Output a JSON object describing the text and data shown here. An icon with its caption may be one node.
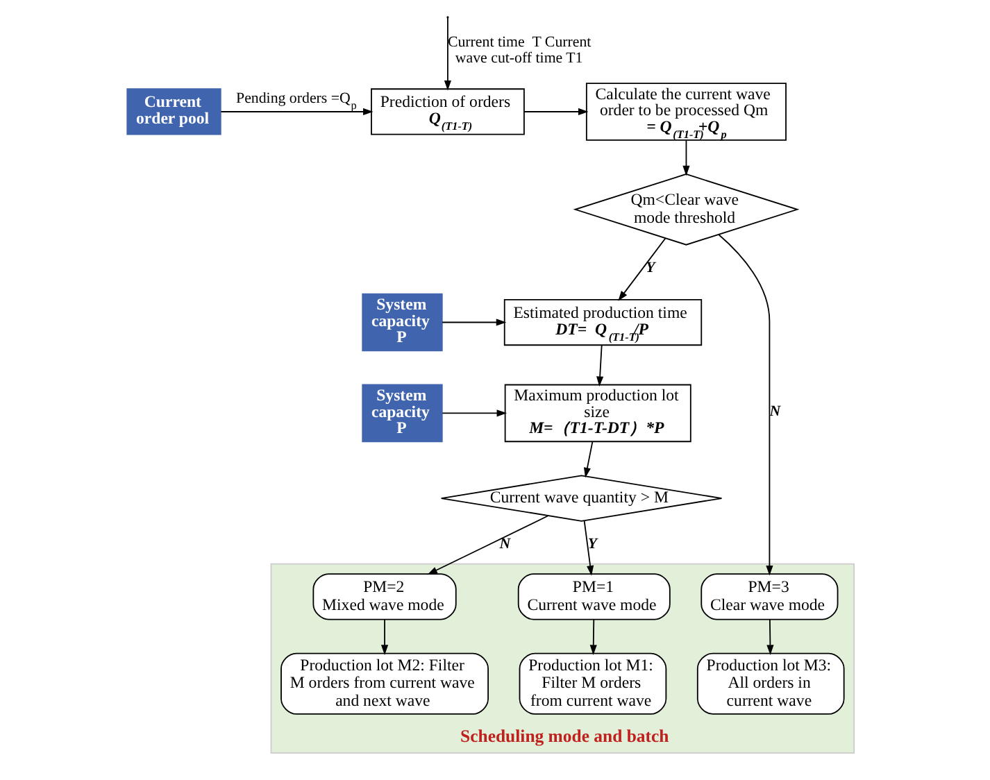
{
  "diagram": {
    "nodes": [
      {
        "text": [
          "Current order pool"
        ]
      },
      {
        "text": [
          "Prediction of orders",
          "Q$_{(T1-T)}$"
        ]
      },
      {
        "text": [
          "Calculate the current wave order to be processed Qm",
          "= Q$_{(T1-T)}$+Q$_{p}$"
        ]
      },
      {
        "text": [
          "Qm<Clear wave mode threshold"
        ]
      },
      {
        "text": [
          "System capacity P"
        ]
      },
      {
        "text": [
          "Estimated production time",
          "DT=  Q$_{(T1-T)}$/P"
        ]
      },
      {
        "text": [
          "System capacity P"
        ]
      },
      {
        "text": [
          "Maximum production lot size",
          "M=（T1-T-DT）*P"
        ]
      },
      {
        "text": [
          "Current wave quantity > M"
        ]
      },
      {
        "text": [
          "Scheduling mode and batch"
        ]
      },
      {
        "text": [
          "PM=3",
          "Clear wave mode"
        ],
        "in": 9
      },
      {
        "text": [
          "Production lot M3: All orders in current wave"
        ],
        "in": 9
      },
      {
        "text": [
          "PM=2",
          "Mixed wave mode"
        ],
        "in": 9
      },
      {
        "text": [
          "Production lot M2: Filter M orders from current wave and next wave"
        ],
        "in": 9
      },
      {
        "text": [
          "PM=1",
          "Current wave mode"
        ],
        "in": 9
      },
      {
        "text": [
          "Production lot M1: Filter M orders from current wave"
        ],
        "in": 9
      }
    ],
    "edges": [
      {
        "from": null,
        "to": 1,
        "arrow": "to",
        "label": "Current time  T Current wave cut-off time T1"
      },
      {
        "from": 0,
        "to": 1,
        "arrow": "to",
        "label": "Pending orders =Q$_{p}$"
      },
      {
        "from": 1,
        "to": 2,
        "arrow": "to"
      },
      {
        "from": 2,
        "to": 3,
        "arrow": "to"
      },
      {
        "from": 3,
        "to": 5,
        "arrow": "to",
        "label": "Y"
      },
      {
        "from": 3,
        "to": 10,
        "arrow": "to",
        "label": "N"
      },
      {
        "from": 4,
        "to": 5,
        "arrow": "to"
      },
      {
        "from": 5,
        "to": 7,
        "arrow": "to"
      },
      {
        "from": 6,
        "to": 7,
        "arrow": "to"
      },
      {
        "from": 7,
        "to": 8,
        "arrow": "to"
      },
      {
        "from": 8,
        "to": 12,
        "arrow": "to",
        "label": "N"
      },
      {
        "from": 8,
        "to": 14,
        "arrow": "to",
        "label": "Y"
      },
      {
        "from": 10,
        "to": 11,
        "arrow": "to"
      },
      {
        "from": 12,
        "to": 13,
        "arrow": "to"
      },
      {
        "from": 14,
        "to": 15,
        "arrow": "to"
      }
    ]
  }
}
